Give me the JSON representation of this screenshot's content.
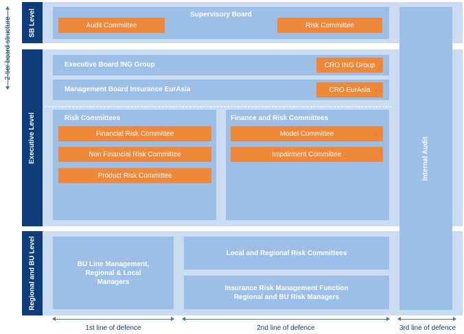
{
  "structure_label": "2-tier board structure",
  "levels": {
    "sb": "SB Level",
    "executive": "Executive Level",
    "regional": "Regional and BU Level"
  },
  "supervisory": {
    "title": "Supervisory Board",
    "audit": "Audit Committee",
    "risk": "Risk Committee"
  },
  "executive": {
    "board_group": "Executive Board ING Group",
    "cro_group": "CRO ING Group",
    "board_insurance": "Management Board Insurance EurAsia",
    "cro_eurasia": "CRO EurAsia"
  },
  "risk_committees": {
    "title": "Risk Committees",
    "items": [
      "Financial Risk Committee",
      "Non Financial Risk Committee",
      "Product Risk Committee"
    ]
  },
  "finance_committees": {
    "title": "Finance and Risk Committees",
    "items": [
      "Model Committee",
      "Impairment Committee"
    ]
  },
  "internal_audit": "Internal Audit",
  "regional": {
    "bu_line": "BU Line Management, Regional & Local Managers",
    "local_regional": "Local and Regional Risk Committees",
    "insurance_rm": "Insurance Risk Management Function Regional and BU Risk Managers"
  },
  "defence_lines": [
    "1st line of defence",
    "2nd line of defence",
    "3rd line of defence"
  ]
}
